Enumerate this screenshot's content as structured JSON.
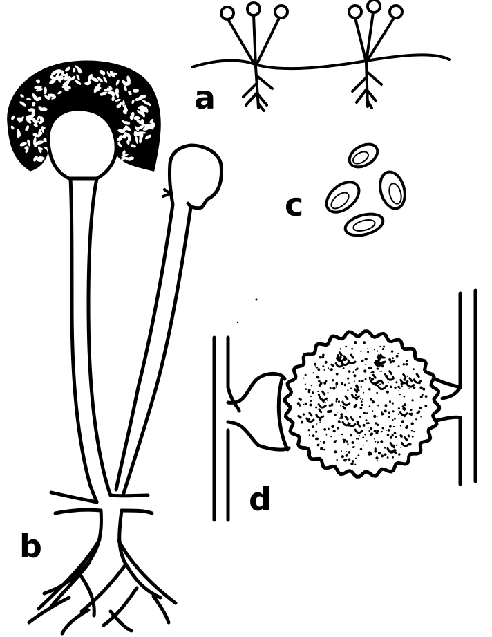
{
  "figure": {
    "labels": {
      "a": "a",
      "b": "b",
      "c": "c",
      "d": "d"
    },
    "colors": {
      "ink": "#000000",
      "paper": "#ffffff"
    }
  }
}
